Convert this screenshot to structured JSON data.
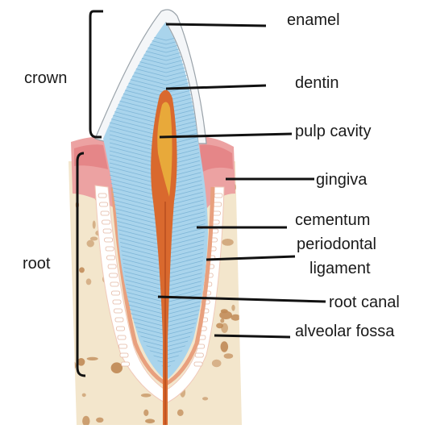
{
  "diagram": {
    "regions": {
      "crown": "crown",
      "root": "root"
    },
    "labels": {
      "enamel": "enamel",
      "dentin": "dentin",
      "pulp_cavity": "pulp cavity",
      "gingiva": "gingiva",
      "cementum": "cementum",
      "periodontal_line1": "periodontal",
      "periodontal_line2": "ligament",
      "root_canal": "root canal",
      "alveolar_fossa": "alveolar fossa"
    },
    "colors": {
      "dentin": "#a9d4ec",
      "dentin_tubule": "#7fb6d8",
      "enamel": "#f4f6f8",
      "pulp": "#d9692e",
      "pulp_core": "#e8a93a",
      "gingiva": "#eca2a2",
      "gingiva_dark": "#e06f72",
      "bone": "#f3e6cc",
      "bone_spot": "#c08a56",
      "cementum": "#e8a07e",
      "ligament": "#ffffff",
      "leader": "#111111"
    }
  }
}
